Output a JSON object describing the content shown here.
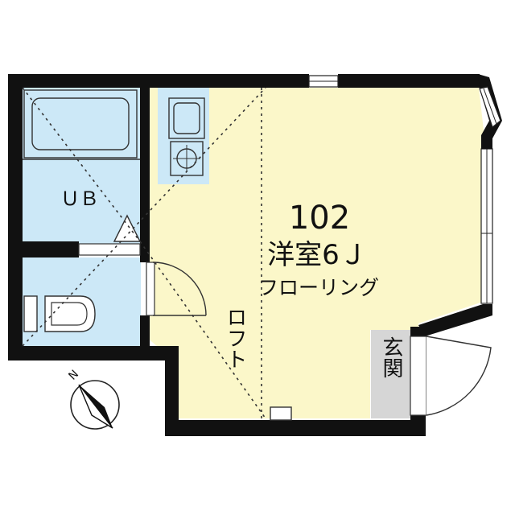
{
  "room_number": "102",
  "room_type": "洋室6Ｊ",
  "floor_type": "フローリング",
  "unit_bath": "ＵＢ",
  "loft": "ロフト",
  "entrance": "玄関",
  "compass_label": "N",
  "colors": {
    "wall": "#111111",
    "room_fill": "#fbf7c9",
    "wet_fill": "#cce8f7",
    "entrance_fill": "#d6d6d6",
    "line": "#222222"
  }
}
